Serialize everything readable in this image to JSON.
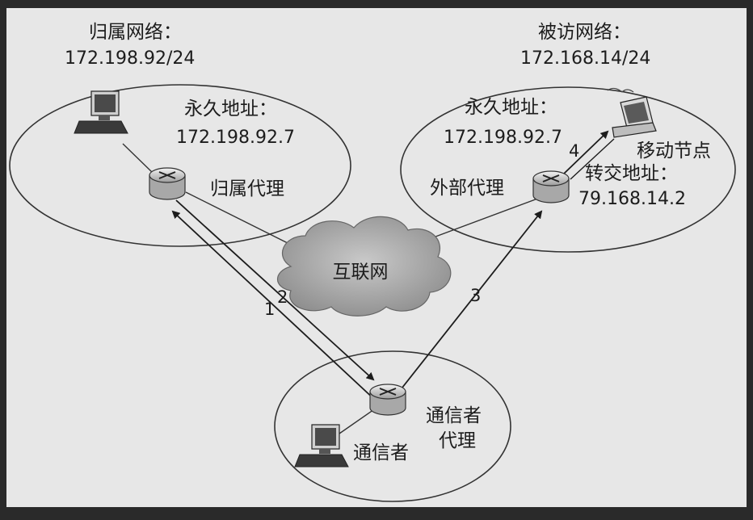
{
  "home_network": {
    "title": "归属网络：",
    "subnet": "172.198.92/24",
    "permanent_label": "永久地址：",
    "permanent_address": "172.198.92.7",
    "agent_label": "归属代理"
  },
  "visited_network": {
    "title": "被访网络：",
    "subnet": "172.168.14/24",
    "permanent_label": "永久地址：",
    "permanent_address": "172.198.92.7",
    "mobile_node_label": "移动节点",
    "agent_label": "外部代理",
    "care_of_label": "转交地址：",
    "care_of_address": "79.168.14.2"
  },
  "internet": {
    "label": "互联网"
  },
  "correspondent": {
    "agent_label_line1": "通信者",
    "agent_label_line2": "代理",
    "host_label": "通信者"
  },
  "steps": [
    "1",
    "2",
    "3",
    "4"
  ],
  "colors": {
    "background": "#e6e6e6",
    "border": "#2a2a2a",
    "ink": "#1c1c1c",
    "cloud": "#9a9a9a"
  }
}
